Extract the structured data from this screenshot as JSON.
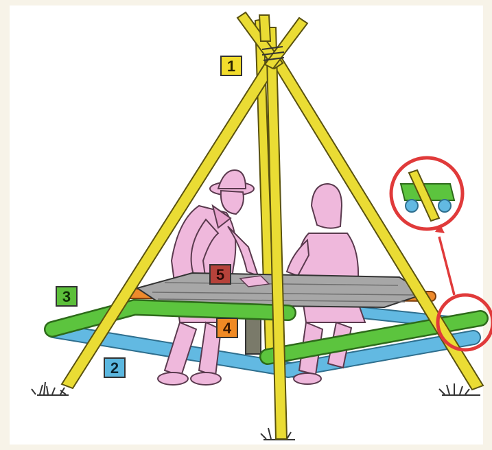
{
  "diagram": {
    "labels": [
      {
        "id": "1",
        "text": "1",
        "bg": "#f2dc2c",
        "fg": "#2b2400"
      },
      {
        "id": "2",
        "text": "2",
        "bg": "#5bb7df",
        "fg": "#0c2530"
      },
      {
        "id": "3",
        "text": "3",
        "bg": "#5cbf3a",
        "fg": "#103006"
      },
      {
        "id": "4",
        "text": "4",
        "bg": "#f08a24",
        "fg": "#3a1800"
      },
      {
        "id": "5",
        "text": "5",
        "bg": "#b6423a",
        "fg": "#2b0a06"
      }
    ],
    "colors": {
      "pole": "#eadc34",
      "pole_outline": "#5a5210",
      "green_beam": "#5cc43e",
      "blue_beam": "#62b9e2",
      "orange_beam": "#ee8a2c",
      "table_top": "#a7a7a7",
      "figures": "#efb8dc",
      "figure_outline": "#5a3a4e",
      "highlight_ring": "#e03a3a",
      "background": "#ffffff",
      "frame": "#f7f3e8"
    },
    "icons": [
      "detail-inset-icon",
      "pointer-arrow-icon",
      "grass-tuft-icon"
    ]
  }
}
